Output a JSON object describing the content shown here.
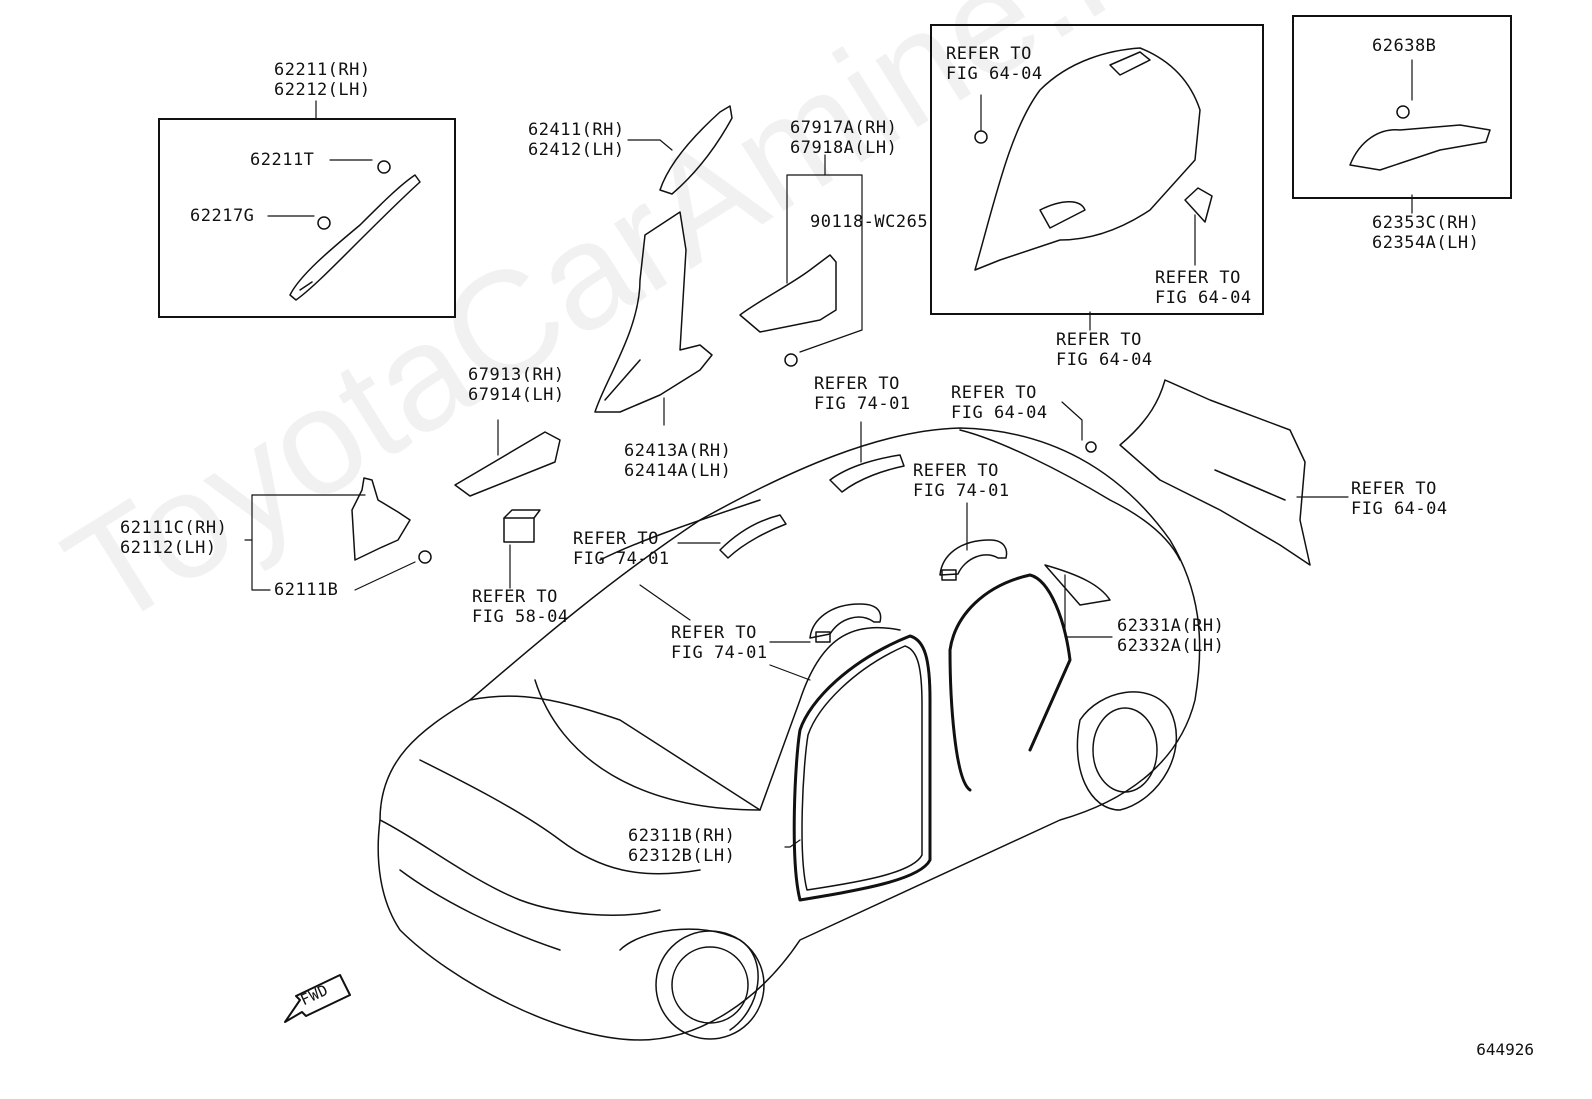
{
  "watermark": "ToyotaCarAmine.ru",
  "drawing_number": "644926",
  "fwd_label": "FWD",
  "labels": {
    "p62211": "62211(RH)",
    "p62212": "62212(LH)",
    "p62211T": "62211T",
    "p62217G": "62217G",
    "p62411": "62411(RH)",
    "p62412": "62412(LH)",
    "p67917A": "67917A(RH)",
    "p67918A": "67918A(LH)",
    "p90118": "90118-WC265",
    "p67913": "67913(RH)",
    "p67914": "67914(LH)",
    "p62413A": "62413A(RH)",
    "p62414A": "62414A(LH)",
    "p62111C": "62111C(RH)",
    "p62112": "62112(LH)",
    "p62111B": "62111B",
    "p62638B": "62638B",
    "p62353C": "62353C(RH)",
    "p62354A": "62354A(LH)",
    "p62331A": "62331A(RH)",
    "p62332A": "62332A(LH)",
    "p62311B": "62311B(RH)",
    "p62312B": "62312B(LH)"
  },
  "refer": {
    "r1": "REFER TO\nFIG 64-04",
    "r2": "REFER TO\nFIG 64-04",
    "r3": "REFER TO\nFIG 64-04",
    "r4": "REFER TO\nFIG 64-04",
    "r5": "REFER TO\nFIG 64-04",
    "r6": "REFER TO\nFIG 74-01",
    "r7": "REFER TO\nFIG 74-01",
    "r8": "REFER TO\nFIG 74-01",
    "r9": "REFER TO\nFIG 74-01",
    "r10": "REFER TO\nFIG 58-04"
  }
}
